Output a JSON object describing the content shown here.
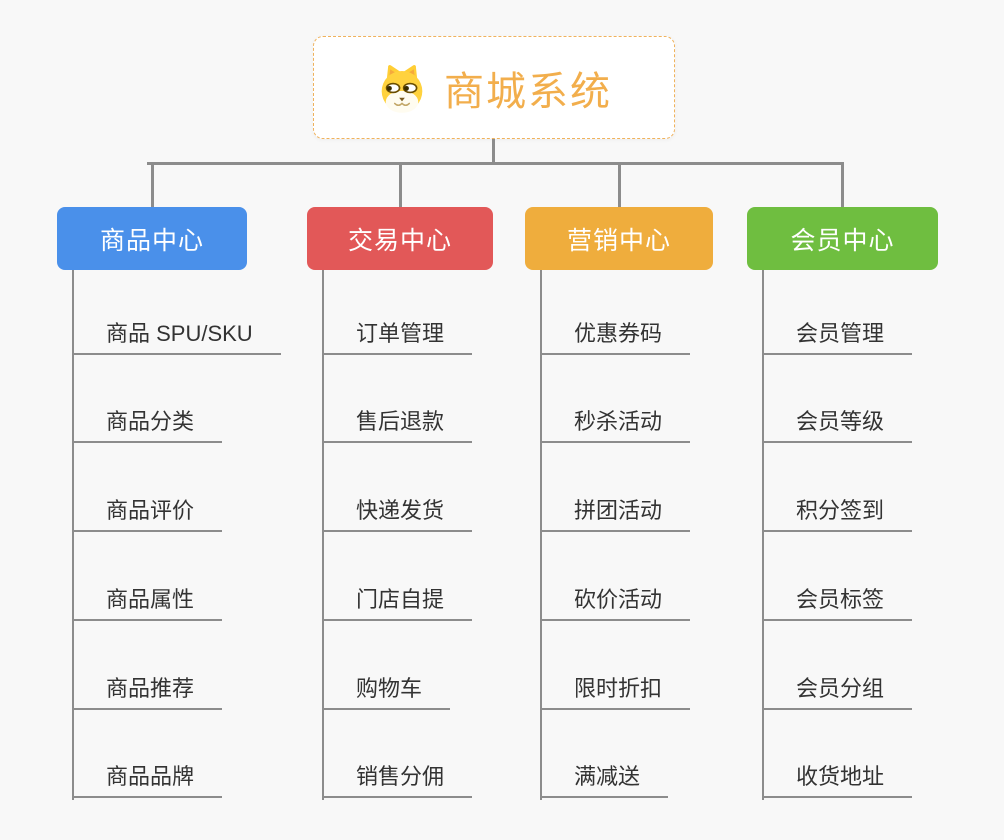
{
  "canvas": {
    "background": "#F8F8F8",
    "connector_color": "#8C8C8C"
  },
  "root": {
    "title": "商城系统",
    "icon": "doge-icon",
    "text_color": "#F2AE4C",
    "border_color": "#F0B25C"
  },
  "branches": [
    {
      "label": "商品中心",
      "color": "#4A90EA",
      "children": [
        "商品 SPU/SKU",
        "商品分类",
        "商品评价",
        "商品属性",
        "商品推荐",
        "商品品牌"
      ]
    },
    {
      "label": "交易中心",
      "color": "#E25858",
      "children": [
        "订单管理",
        "售后退款",
        "快递发货",
        "门店自提",
        "购物车",
        "销售分佣"
      ]
    },
    {
      "label": "营销中心",
      "color": "#EFAD3D",
      "children": [
        "优惠券码",
        "秒杀活动",
        "拼团活动",
        "砍价活动",
        "限时折扣",
        "满减送"
      ]
    },
    {
      "label": "会员中心",
      "color": "#6FBE40",
      "children": [
        "会员管理",
        "会员等级",
        "积分签到",
        "会员标签",
        "会员分组",
        "收货地址"
      ]
    }
  ]
}
